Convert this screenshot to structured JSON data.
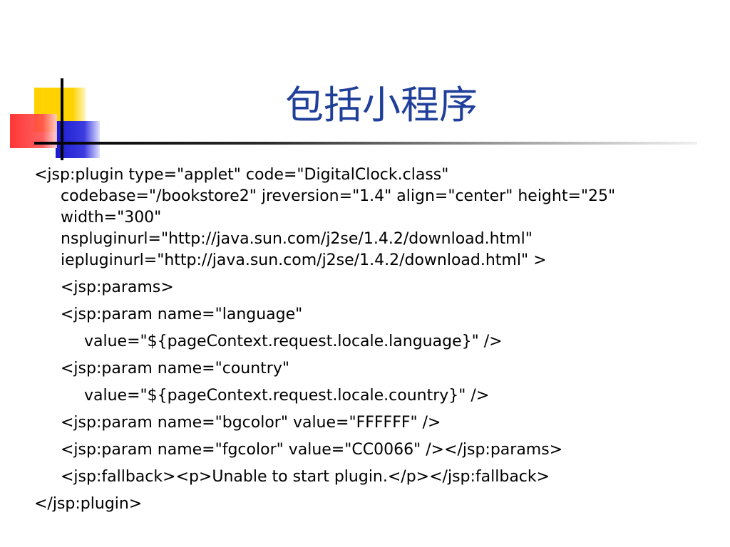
{
  "slide": {
    "title": "包括小程序",
    "colors": {
      "title": "#1f3f9a",
      "logo_yellow": "#ffd200",
      "logo_red": "#ff3030",
      "logo_blue": "#2a2ad0"
    }
  },
  "code_lines": [
    "<jsp:plugin type=\"applet\" code=\"DigitalClock.class\"",
    "codebase=\"/bookstore2\" jreversion=\"1.4\" align=\"center\" height=\"25\"",
    "width=\"300\"",
    "nspluginurl=\"http://java.sun.com/j2se/1.4.2/download.html\"",
    "iepluginurl=\"http://java.sun.com/j2se/1.4.2/download.html\" >",
    "<jsp:params>",
    "<jsp:param name=\"language\"",
    "value=\"${pageContext.request.locale.language}\" />",
    "<jsp:param name=\"country\"",
    "value=\"${pageContext.request.locale.country}\" />",
    "<jsp:param name=\"bgcolor\" value=\"FFFFFF\" />",
    "<jsp:param name=\"fgcolor\" value=\"CC0066\" /></jsp:params>",
    "<jsp:fallback><p>Unable to start plugin.</p></jsp:fallback>",
    "</jsp:plugin>"
  ]
}
